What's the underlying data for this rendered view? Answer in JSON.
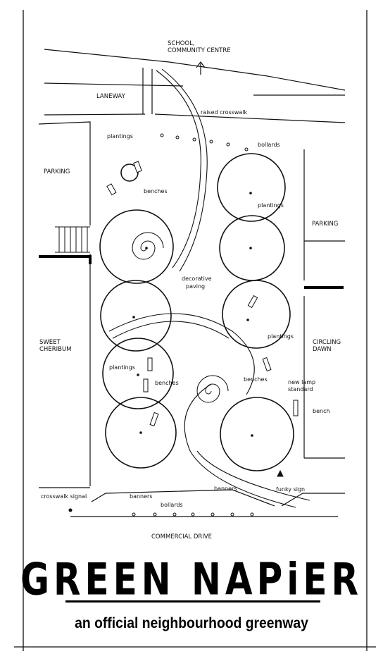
{
  "labels": {
    "school": "SCHOOL,",
    "community_centre": "COMMUNITY CENTRE",
    "laneway": "LANEWAY",
    "raised_crosswalk": "raised crosswalk",
    "plantings_top": "plantings",
    "bollards_top": "bollards",
    "parking_left": "PARKING",
    "benches_top": "benches",
    "plantings_right": "plantings",
    "parking_right": "PARKING",
    "decorative_paving_1": "decorative",
    "decorative_paving_2": "paving",
    "sweet": "SWEET",
    "cheribum": "CHERIBUM",
    "plantings_mid_right": "plantings",
    "circling": "CIRCLING",
    "dawn": "DAWN",
    "plantings_left": "plantings",
    "benches_left": "benches",
    "benches_right": "benches",
    "new_lamp_1": "new lamp",
    "new_lamp_2": "standard",
    "bench": "bench",
    "crosswalk_signal": "crosswalk signal",
    "banners_left": "banners",
    "banners_right": "banners",
    "funky_sign": "funky sign",
    "bollards_bottom": "bollards",
    "commercial_drive": "COMMERCIAL DRIVE"
  },
  "title": "GREEN NAPiER",
  "subtitle": "an official neighbourhood greenway"
}
